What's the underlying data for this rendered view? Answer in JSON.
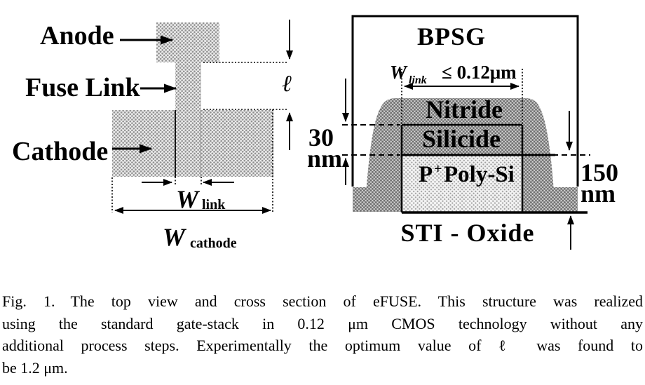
{
  "figure": {
    "top_view": {
      "anode_label": "Anode",
      "fuse_link_label": "Fuse Link",
      "cathode_label": "Cathode",
      "length_symbol": "ℓ",
      "w_link_base": "W",
      "w_link_sub": "link",
      "w_cathode_base": "W",
      "w_cathode_sub": "cathode"
    },
    "cross_section": {
      "bpsg_label": "BPSG",
      "wlink_base": "W",
      "wlink_sub": "link",
      "wlink_constraint": "≤ 0.12μm",
      "nitride_label": "Nitride",
      "silicide_label": "Silicide",
      "poly_base": "P",
      "poly_sup": "+",
      "poly_rest": "Poly-Si",
      "sti_label": "STI - Oxide",
      "silicide_thickness_value": "30",
      "silicide_thickness_unit": "nm",
      "poly_thickness_value": "150",
      "poly_thickness_unit": "nm"
    }
  },
  "caption": {
    "lines": [
      "Fig. 1. The top view and cross section of eFUSE. This structure was realized",
      "using the standard gate-stack in 0.12 μm CMOS technology without any",
      "additional process steps. Experimentally the optimum value of ℓ was found to",
      "be 1.2 μm."
    ]
  }
}
